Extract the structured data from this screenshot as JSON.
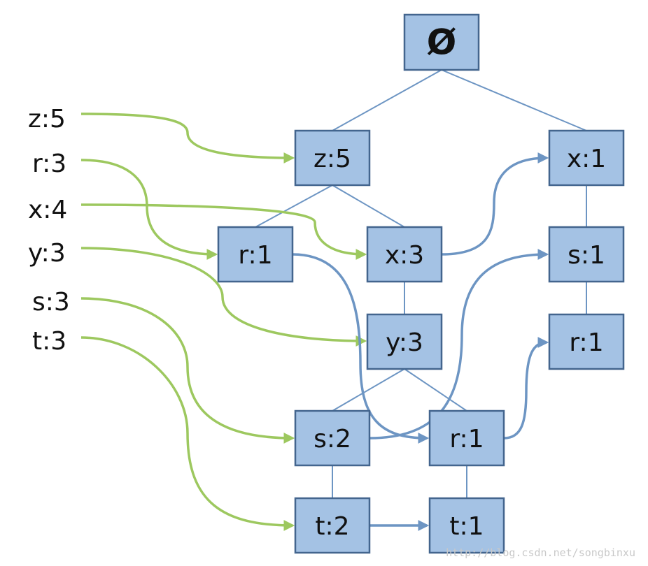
{
  "tree": {
    "root": "Ø",
    "nodes": [
      {
        "id": "z5",
        "label": "z:5"
      },
      {
        "id": "x1a",
        "label": "x:1"
      },
      {
        "id": "r1a",
        "label": "r:1"
      },
      {
        "id": "x3",
        "label": "x:3"
      },
      {
        "id": "s1",
        "label": "s:1"
      },
      {
        "id": "y3",
        "label": "y:3"
      },
      {
        "id": "r1b",
        "label": "r:1"
      },
      {
        "id": "s2",
        "label": "s:2"
      },
      {
        "id": "r1c",
        "label": "r:1"
      },
      {
        "id": "t2",
        "label": "t:2"
      },
      {
        "id": "t1",
        "label": "t:1"
      }
    ],
    "edges": [
      [
        "root",
        "z5"
      ],
      [
        "root",
        "x1a"
      ],
      [
        "z5",
        "r1a"
      ],
      [
        "z5",
        "x3"
      ],
      [
        "x3",
        "y3"
      ],
      [
        "y3",
        "s2"
      ],
      [
        "y3",
        "r1c"
      ],
      [
        "s2",
        "t2"
      ],
      [
        "r1c",
        "t1"
      ],
      [
        "x1a",
        "s1"
      ],
      [
        "s1",
        "r1b"
      ]
    ]
  },
  "header_table": [
    {
      "id": "z",
      "label": "z:5"
    },
    {
      "id": "r",
      "label": "r:3"
    },
    {
      "id": "x",
      "label": "x:4"
    },
    {
      "id": "y",
      "label": "y:3"
    },
    {
      "id": "s",
      "label": "s:3"
    },
    {
      "id": "t",
      "label": "t:3"
    }
  ],
  "header_links": [
    {
      "from": "z",
      "to": "z5"
    },
    {
      "from": "r",
      "to": "r1a"
    },
    {
      "from": "x",
      "to": "x3"
    },
    {
      "from": "y",
      "to": "y3"
    },
    {
      "from": "s",
      "to": "s2"
    },
    {
      "from": "t",
      "to": "t2"
    }
  ],
  "node_links": [
    {
      "from": "r1a",
      "to": "r1c"
    },
    {
      "from": "x3",
      "to": "x1a"
    },
    {
      "from": "s2",
      "to": "s1"
    },
    {
      "from": "r1c",
      "to": "r1b"
    },
    {
      "from": "t2",
      "to": "t1"
    }
  ],
  "colors": {
    "node_fill": "#a4c2e4",
    "node_border": "#43658e",
    "tree_edge": "#6d95c3",
    "header_link": "#9dc85f",
    "node_link": "#6d95c3"
  },
  "watermark": "http://blog.csdn.net/songbinxu"
}
